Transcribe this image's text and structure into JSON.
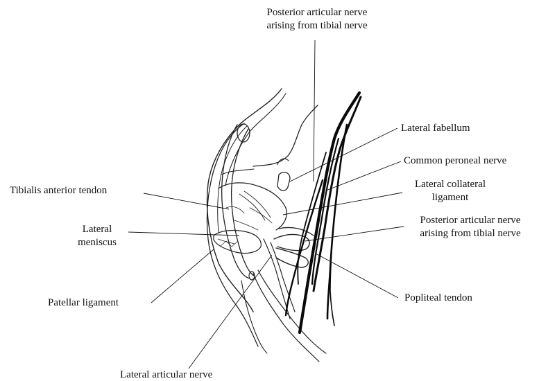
{
  "labels": {
    "posterior_top_line1": "Posterior articular nerve",
    "posterior_top_line2": "arising from tibial nerve",
    "lateral_fabellum": "Lateral fabellum",
    "common_peroneal": "Common peroneal nerve",
    "lateral_collateral_line1": "Lateral collateral",
    "lateral_collateral_line2": "ligament",
    "posterior_right_line1": "Posterior articular nerve",
    "posterior_right_line2": "arising from tibial nerve",
    "popliteal_tendon": "Popliteal tendon",
    "tibialis_anterior": "Tibialis anterior tendon",
    "lateral_meniscus_line1": "Lateral",
    "lateral_meniscus_line2": "meniscus",
    "patellar_ligament": "Patellar ligament",
    "lateral_articular": "Lateral articular nerve"
  },
  "colors": {
    "ink": "#111111",
    "background": "#ffffff"
  }
}
